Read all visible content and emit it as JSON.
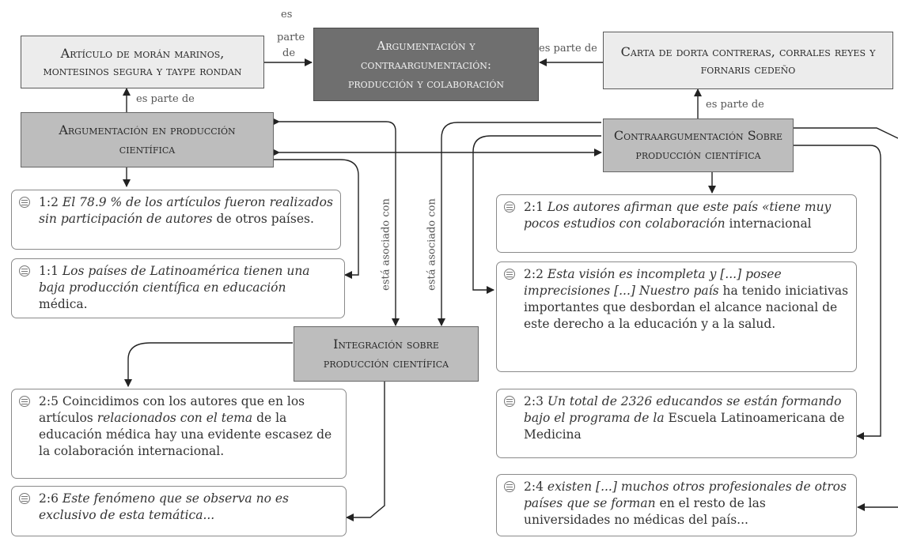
{
  "nodes": {
    "moran": "Artículo de morán marinos, montesinos segura y taype rondan",
    "central": "Argumentación y contraargumentación: producción y colaboración",
    "dorta": "Carta de dorta contreras, corrales reyes y fornaris cedeño",
    "argumentacion": "Argumentación en producción científica",
    "contra": "Contraargumentación Sobre producción científica",
    "integracion": "Integración sobre producción científica"
  },
  "edge_labels": {
    "es_parte_de": "es parte de",
    "esta_asociado_con": "está asociado con",
    "es_top": "es",
    "parte_top": "parte",
    "de_top": "de"
  },
  "quotes": {
    "q12": {
      "id": "1:2",
      "italic": "El 78.9 % de los artículos fueron realizados sin participación de autores",
      "plain": "de otros países."
    },
    "q11": {
      "id": "1:1",
      "italic": "Los países de Latinoamérica tienen una baja producción científica en educación",
      "plain": "médica."
    },
    "q25": {
      "id": "2:5",
      "plain1": "Coincidimos con los autores que en los artículos",
      "italic": "relacionados con el tema",
      "plain2": "de la educación médica hay una evidente escasez de la colaboración internacional."
    },
    "q26": {
      "id": "2:6",
      "italic": "Este fenómeno que se observa no es exclusivo de esta temática..."
    },
    "q21": {
      "id": "2:1",
      "italic": "Los autores afirman que este país «tiene muy pocos estudios con colaboración",
      "plain": "internacional"
    },
    "q22": {
      "id": "2:2",
      "italic": "Esta visión es incompleta y [...] posee imprecisiones [...] Nuestro país",
      "plain": "ha tenido iniciativas importantes que desbordan el alcance nacional de este derecho a la educación y a la salud."
    },
    "q23": {
      "id": "2:3",
      "italic": "Un total de 2326 educandos se están formando bajo el programa de la",
      "plain": "Escuela Latinoamericana de Medicina"
    },
    "q24": {
      "id": "2:4",
      "italic": "existen [...] muchos otros profesionales de otros países que se forman",
      "plain": "en el resto de las universidades no médicas del país..."
    }
  },
  "colors": {
    "light_node": "#ececec",
    "mid_node": "#bdbdbd",
    "dark_node": "#6f6f6f",
    "edge": "#222222"
  }
}
